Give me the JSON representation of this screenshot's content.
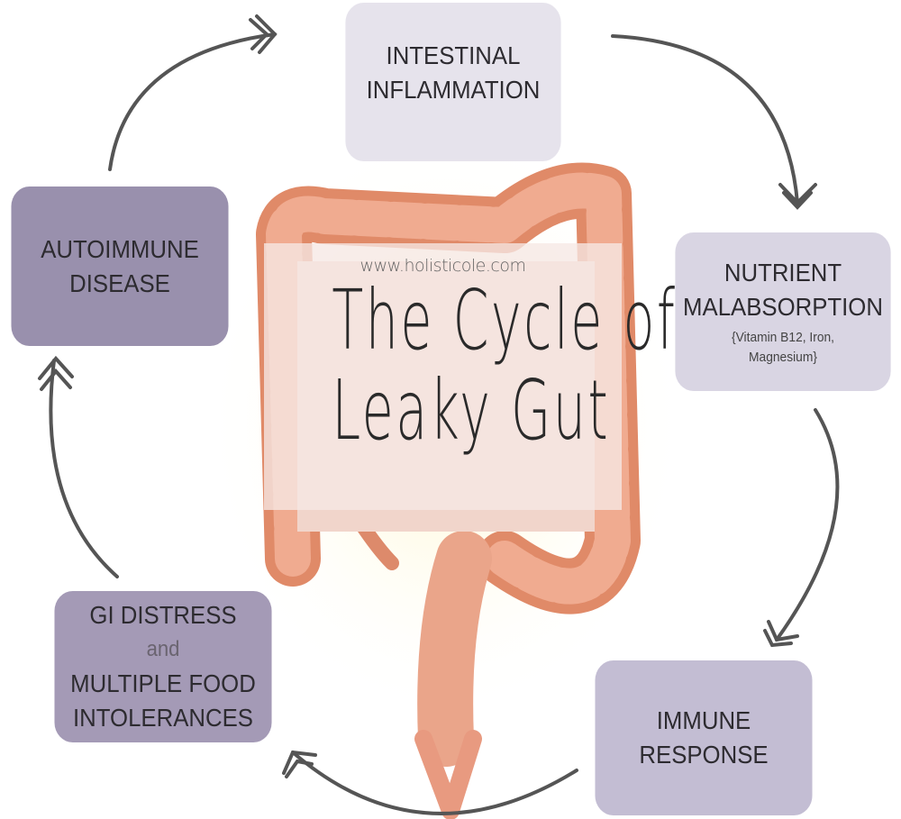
{
  "title": {
    "url": "www.holisticole.com",
    "line1": "The Cycle of",
    "line2": "Leaky Gut"
  },
  "steps": [
    {
      "lines": [
        "INTESTINAL",
        "INFLAMMATION"
      ]
    },
    {
      "lines": [
        "NUTRIENT",
        "MALABSORPTION"
      ],
      "note": [
        "{Vitamin B12, Iron,",
        "Magnesium}"
      ]
    },
    {
      "lines": [
        "IMMUNE",
        "RESPONSE"
      ]
    },
    {
      "lines": [
        "GI DISTRESS",
        "MULTIPLE FOOD",
        "INTOLERANCES"
      ],
      "connector": "and"
    },
    {
      "lines": [
        "AUTOIMMUNE",
        "DISEASE"
      ]
    }
  ],
  "colors": {
    "arrow": "#555555",
    "gut": "#e9987a",
    "box1": "#e6e3ec",
    "box5": "#9990ad"
  }
}
